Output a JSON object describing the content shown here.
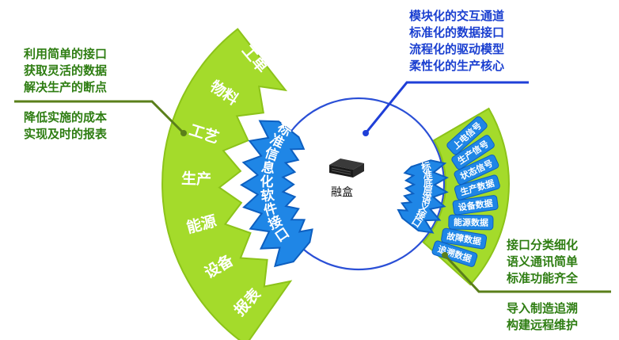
{
  "colors": {
    "lime_fill": "#a4db2b",
    "lime_stroke": "#8cc319",
    "blue_fill": "#1f86e6",
    "blue_stroke": "#0d5fc0",
    "green_text": "#2e7d12",
    "blue_text": "#1a3fd0",
    "circle_stroke": "#2a4fd6",
    "leader_green": "#5a7f1a",
    "leader_blue": "#1f3fd8"
  },
  "notes": {
    "top_left": [
      "利用简单的接口",
      "获取灵活的数据",
      "解决生产的断点"
    ],
    "mid_left": [
      "降低实施的成本",
      "实现及时的报表"
    ],
    "top_right": [
      "模块化的交互通道",
      "标准化的数据接口",
      "流程化的驱动模型",
      "柔性化的生产核心"
    ],
    "bottom_right_1": [
      "接口分类细化",
      "语义通讯简单",
      "标准功能齐全"
    ],
    "bottom_right_2": [
      "导入制造追溯",
      "构建远程维护"
    ]
  },
  "left_fan": {
    "items": [
      "工单",
      "物料",
      "工艺",
      "生产",
      "能源",
      "设备",
      "报表"
    ],
    "band_label": "标准信息化软件接口"
  },
  "right_fan": {
    "items": [
      "上电信号",
      "生产信号",
      "状态信号",
      "生产数据",
      "设备数据",
      "能源数据",
      "故障数据",
      "追溯数据"
    ],
    "band_label": "标准底层语义接口"
  },
  "device": {
    "label": "融盒",
    "icon": "mini-pc-icon"
  }
}
